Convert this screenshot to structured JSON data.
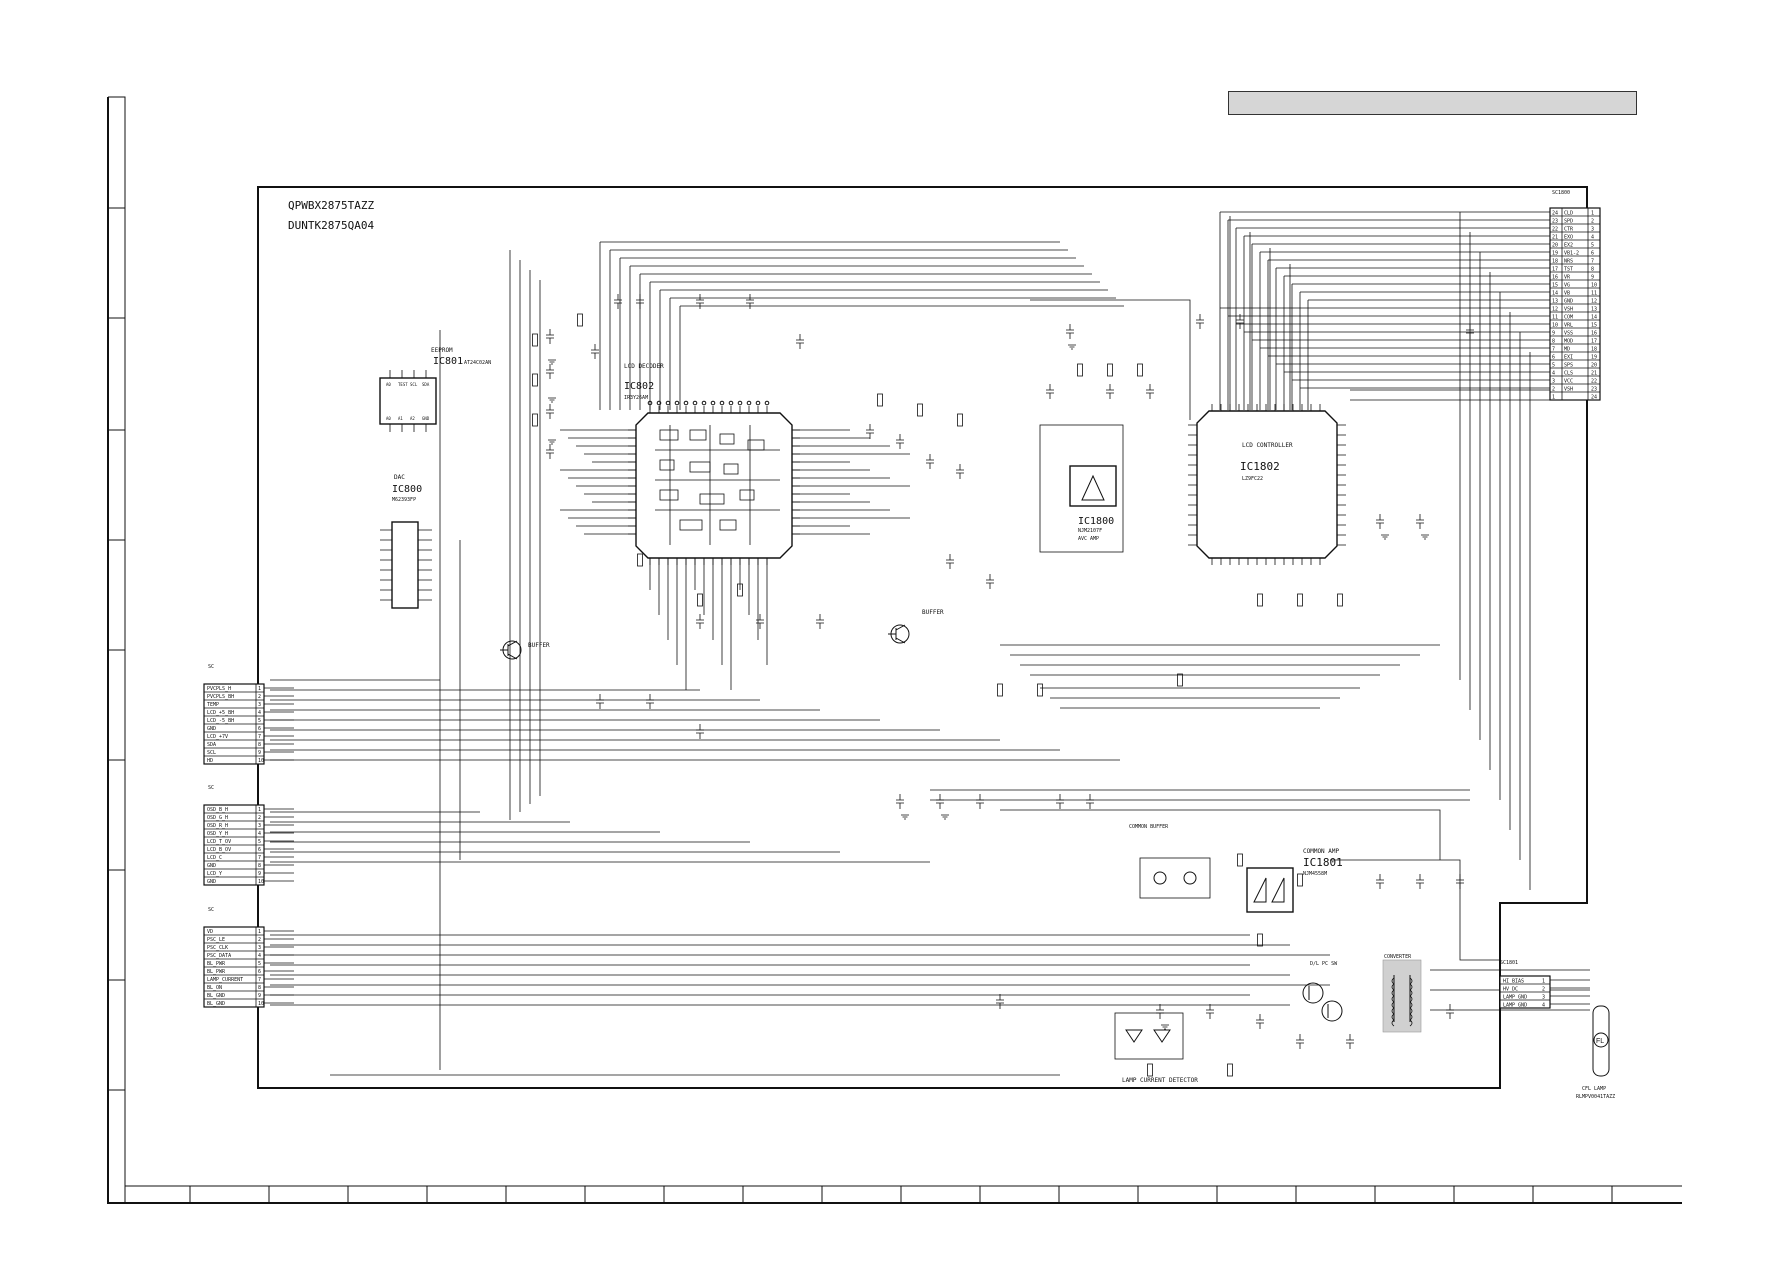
{
  "header": {
    "title_box": ""
  },
  "board": {
    "part_number": "QPWBX2875TAZZ",
    "unit_number": "DUNTK2875QA04"
  },
  "ics": {
    "eeprom": {
      "kind": "EEPROM",
      "ref": "IC801",
      "part": "AT24C02AN",
      "pins": [
        "A0",
        "TEST",
        "SCL",
        "SDA",
        "A0",
        "A1",
        "A2",
        "GND"
      ]
    },
    "dac": {
      "kind": "DAC",
      "ref": "IC800",
      "part": "M62393FP"
    },
    "decoder": {
      "kind": "LCD DECODER",
      "ref": "IC802",
      "part": "IR3Y26AM"
    },
    "controller": {
      "kind": "LCD CONTROLLER",
      "ref": "IC1802",
      "part": "LZ9FC22"
    },
    "regulator": {
      "ref": "IC1800",
      "part": "NJM2107F",
      "note": "AVC AMP"
    },
    "common_amp": {
      "kind": "COMMON AMP",
      "ref": "IC1801",
      "part": "NJM4558M"
    }
  },
  "blocks": {
    "buffer_left": "BUFFER",
    "buffer_right": "BUFFER",
    "common_buffer": "COMMON BUFFER",
    "dc_dc": "D/L PC SW",
    "lamp_detector": "LAMP CURRENT DETECTOR",
    "converter": "CONVERTER",
    "lamp": {
      "name": "CFL LAMP",
      "part": "RLMPV0041TAZZ",
      "symbol": "FL"
    }
  },
  "connectors": {
    "left_a": {
      "ref": "SC",
      "pins": [
        "PVCPLS_H",
        "PVCPLS_BH",
        "TEMP",
        "LCD_+5_BH",
        "LCD_-5_BH",
        "GND",
        "LCD_+7V",
        "SDA",
        "SCL",
        "HD"
      ]
    },
    "left_b": {
      "ref": "SC",
      "pins": [
        "OSD_B_H",
        "OSD_G_H",
        "OSD_R_H",
        "OSD_Y_H",
        "LCD_T_OV",
        "LCD_B_OV",
        "LCD_C",
        "GND",
        "LCD_Y",
        "GND"
      ]
    },
    "left_c": {
      "ref": "SC",
      "pins": [
        "VD",
        "PSC_LE",
        "PSC_CLK",
        "PSC_DATA",
        "BL_PWR",
        "BL_PWR",
        "LAMP_CURRENT",
        "BL_ON",
        "BL_GND",
        "BL_GND"
      ]
    },
    "right_top": {
      "ref": "SC1800",
      "pins": [
        "CLD",
        "SPD",
        "CTR",
        "EXO",
        "EX2",
        "VB1-2",
        "NRS",
        "TST",
        "VR",
        "VG",
        "VB",
        "GND",
        "VSH",
        "COM",
        "VRL",
        "VSS",
        "MOD",
        "MD",
        "EXI",
        "SPS",
        "CLS",
        "VCC",
        "VSH"
      ],
      "numbers": [
        "24",
        "23",
        "22",
        "21",
        "20",
        "19",
        "18",
        "17",
        "16",
        "15",
        "14",
        "13",
        "12",
        "11",
        "10",
        "9",
        "8",
        "7",
        "6",
        "5",
        "4",
        "3",
        "2",
        "1"
      ]
    },
    "right_bottom": {
      "ref": "SC1801",
      "pins": [
        "HI_BIAS",
        "HV_DC",
        "LAMP_GND",
        "LAMP_GND"
      ]
    }
  },
  "grid": {
    "columns": [
      "",
      "",
      "",
      "",
      "",
      "",
      "",
      "",
      "",
      "",
      "",
      "",
      "",
      "",
      "",
      "",
      "",
      "",
      "",
      "",
      "",
      ""
    ],
    "rows": [
      "",
      "",
      "",
      "",
      "",
      "",
      "",
      "",
      "",
      ""
    ]
  }
}
